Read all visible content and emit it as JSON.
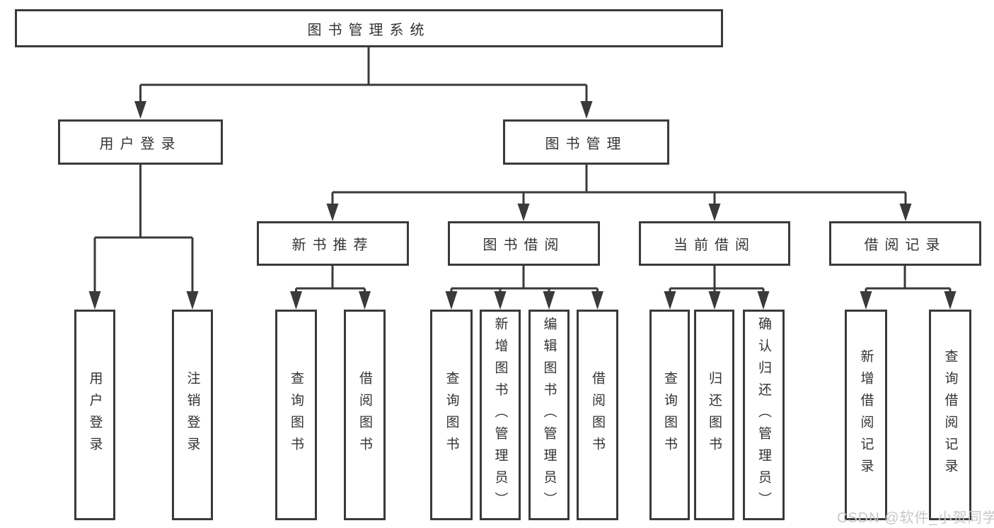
{
  "diagram": {
    "root": {
      "label": "图书管理系统"
    },
    "branches": [
      {
        "label": "用户登录",
        "children": [
          {
            "label": "用户登录"
          },
          {
            "label": "注销登录"
          }
        ]
      },
      {
        "label": "图书管理",
        "sections": [
          {
            "label": "新书推荐",
            "children": [
              {
                "label": "查询图书"
              },
              {
                "label": "借阅图书"
              }
            ]
          },
          {
            "label": "图书借阅",
            "children": [
              {
                "label": "查询图书"
              },
              {
                "label": "新增图书（管理员）"
              },
              {
                "label": "编辑图书（管理员）"
              },
              {
                "label": "借阅图书"
              }
            ]
          },
          {
            "label": "当前借阅",
            "children": [
              {
                "label": "查询图书"
              },
              {
                "label": "归还图书"
              },
              {
                "label": "确认归还（管理员）"
              }
            ]
          },
          {
            "label": "借阅记录",
            "children": [
              {
                "label": "新增借阅记录"
              },
              {
                "label": "查询借阅记录"
              }
            ]
          }
        ]
      }
    ],
    "watermark": "CSDN @软件_小贺同学",
    "colors": {
      "line": "#3a3a3a",
      "box_border": "#3a3a3a",
      "text": "#333333",
      "watermark": "#c7c7cb",
      "background": "#ffffff"
    }
  }
}
